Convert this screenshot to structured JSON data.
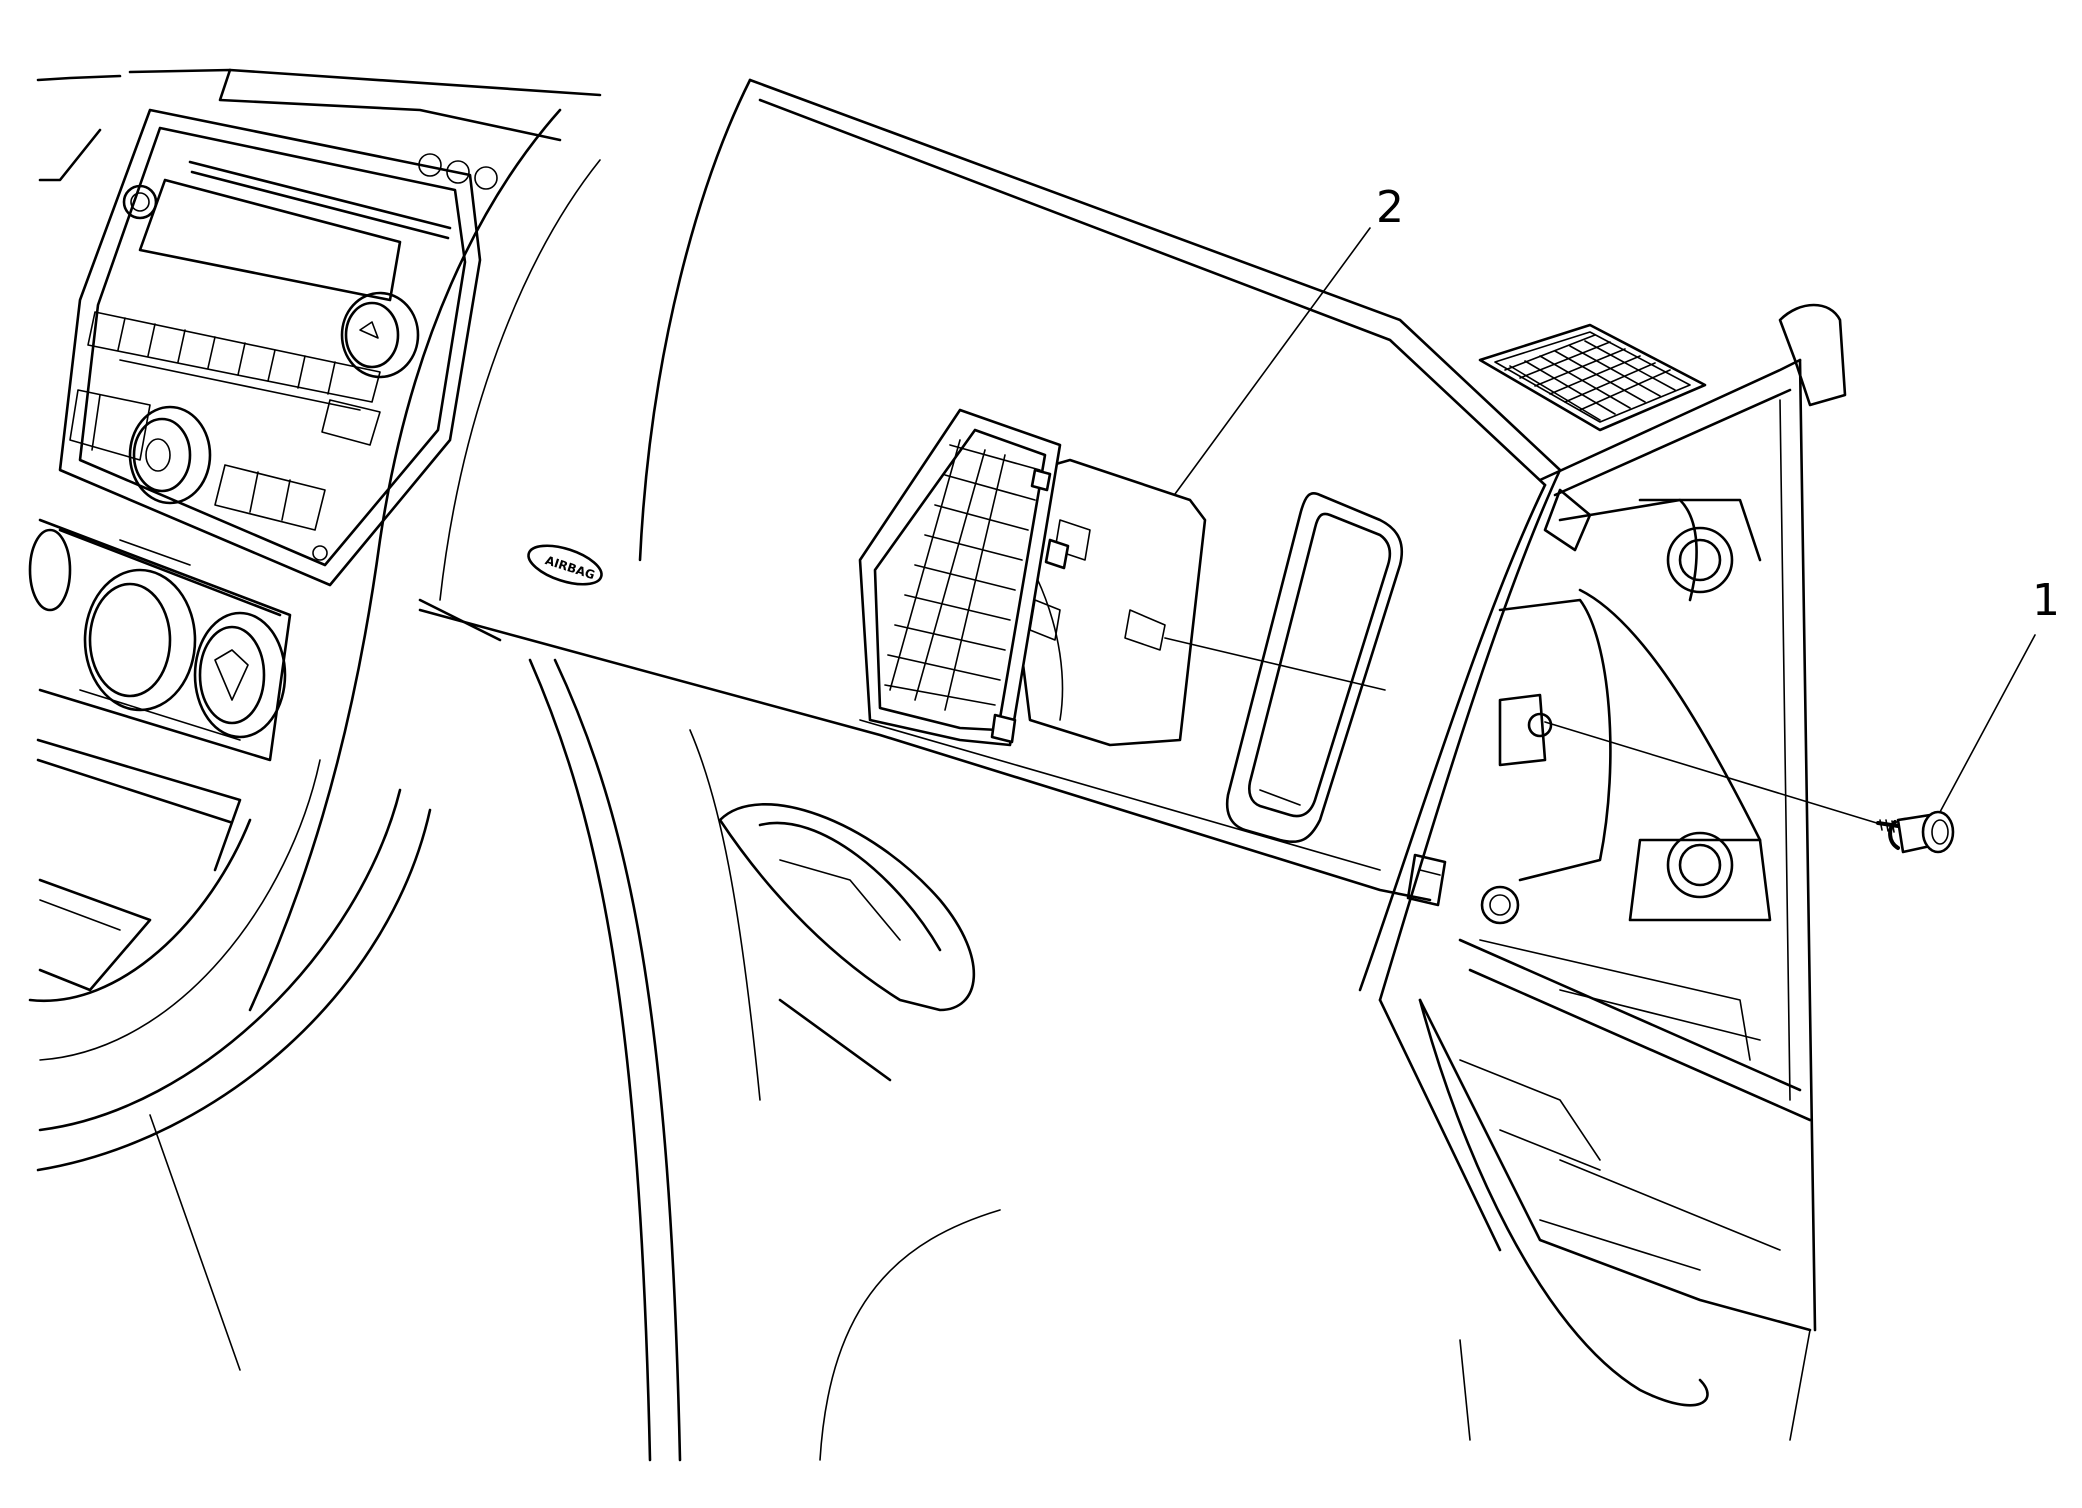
{
  "figure": {
    "callouts": [
      {
        "id": "1",
        "text": "1"
      },
      {
        "id": "2",
        "text": "2"
      }
    ],
    "airbag_emblem": "AIRBAG"
  }
}
